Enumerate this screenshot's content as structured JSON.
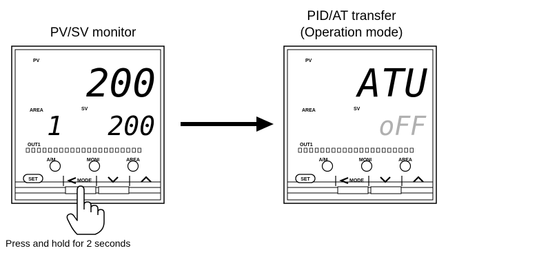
{
  "left_panel": {
    "title": "PV/SV monitor",
    "pv_label": "PV",
    "area_label": "AREA",
    "sv_label": "SV",
    "pv_value": "200",
    "area_value": "1",
    "sv_value": "200",
    "out_label": "OUT1",
    "key_labels": {
      "am": "A/M",
      "moni": "MONI",
      "area": "AREA"
    },
    "set_key": "SET",
    "mode_key": "MODE"
  },
  "right_panel": {
    "title_line1": "PID/AT transfer",
    "title_line2": "(Operation mode)",
    "pv_label": "PV",
    "area_label": "AREA",
    "sv_label": "SV",
    "pv_value": "ATU",
    "sv_value": "oFF",
    "out_label": "OUT1",
    "key_labels": {
      "am": "A/M",
      "moni": "MONI",
      "area": "AREA"
    },
    "set_key": "SET",
    "mode_key": "MODE"
  },
  "caption": "Press and hold for 2 seconds",
  "colors": {
    "stroke": "#000000",
    "dim_text": "#b0b0b0",
    "background": "#ffffff"
  }
}
